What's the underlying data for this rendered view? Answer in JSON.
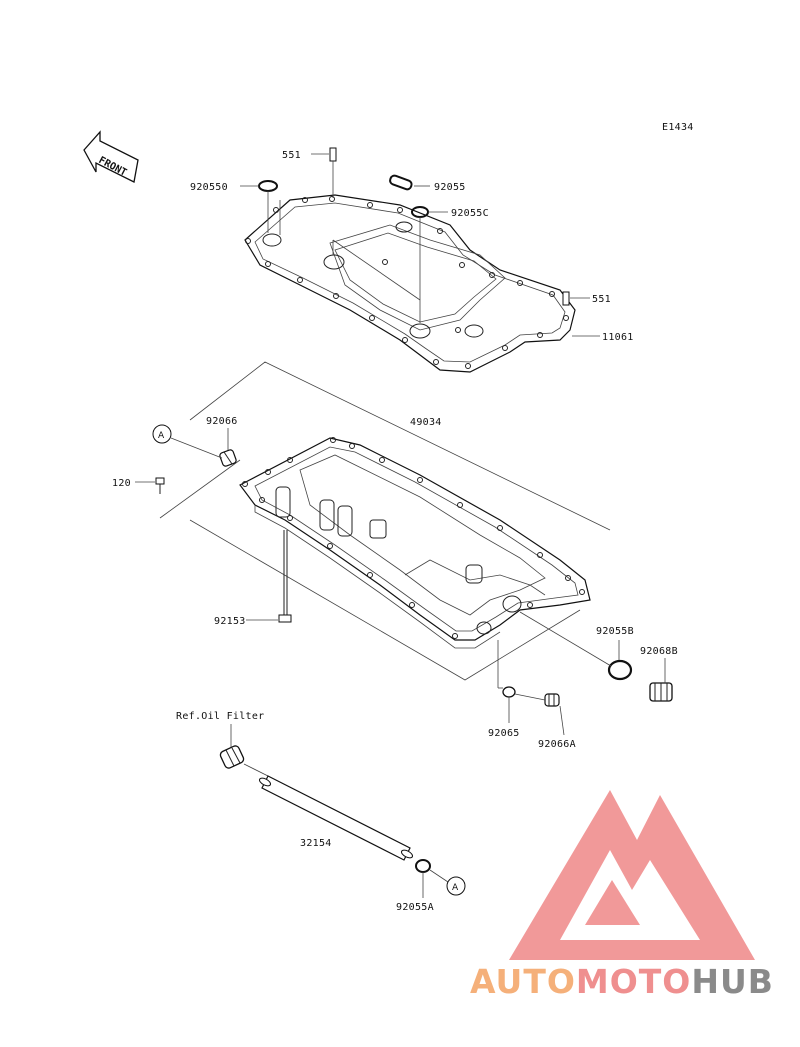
{
  "diagram_code": "E1434",
  "front_label": "FRONT",
  "callout_A": "A",
  "parts": {
    "p551_top": "551",
    "p920550": "920550",
    "p92055": "92055",
    "p92055C": "92055C",
    "p551_right": "551",
    "p11061": "11061",
    "p49034": "49034",
    "p92066": "92066",
    "p120": "120",
    "p92153": "92153",
    "p92055B": "92055B",
    "p92068B": "92068B",
    "p92065": "92065",
    "p92066A": "92066A",
    "ref_oil_filter": "Ref.Oil Filter",
    "p32154": "32154",
    "p92055A": "92055A"
  },
  "logo": {
    "part1": "AUTO",
    "part2": "MOTO",
    "part3": "HUB",
    "color1": "#f5b07a",
    "color2": "#ef8f8f",
    "color3": "#8a8a8a"
  }
}
